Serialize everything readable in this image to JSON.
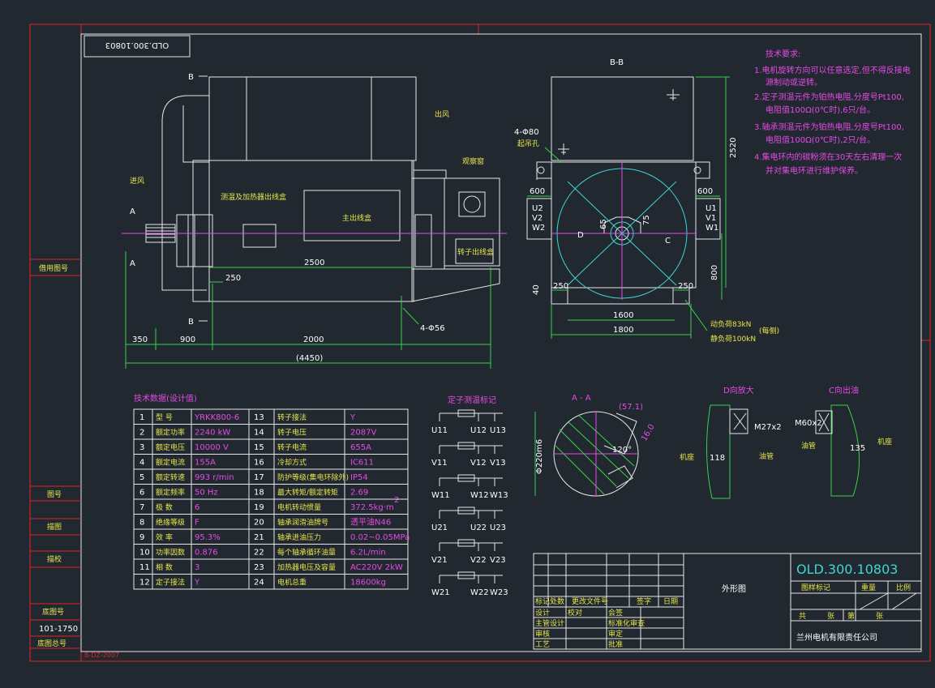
{
  "drawing": {
    "number_mirrored": "OLD.300.10803",
    "drawing_number": "OLD.300.10803",
    "title": "外形图",
    "company": "兰州电机有限责任公司",
    "form_code": "B-DZ-2007",
    "sidebar": {
      "label_1": "借用图号",
      "label_2": "图号",
      "label_3": "描图",
      "label_4": "描校",
      "label_5": "底图号",
      "part_no": "101-1750",
      "label_6": "底图总号"
    }
  },
  "front_view": {
    "labels": {
      "b_top": "B",
      "b_bottom": "B",
      "a_top": "A",
      "a_bottom": "A",
      "outlet": "出风",
      "inlet": "进风",
      "sight_glass": "观察窗",
      "heater_box": "测温及加热器出线盒",
      "main_box": "主出线盒",
      "rotor_box": "转子出线盒"
    },
    "dims": {
      "d_2500": "2500",
      "d_250": "250",
      "d_350": "350",
      "d_900": "900",
      "d_2000": "2000",
      "d_total": "(4450)",
      "holes": "4-Φ56"
    }
  },
  "side_view": {
    "labels": {
      "section": "B-B",
      "holes_top": "4-Φ80",
      "lifting": "起吊孔",
      "u2": "U2",
      "v2": "V2",
      "w2": "W2",
      "u1": "U1",
      "v1": "V1",
      "w1": "W1",
      "d_mark": "D",
      "c_mark": "C",
      "load_1": "动负荷83kN",
      "load_2": "静负荷100kN",
      "load_note": "(每侧)"
    },
    "dims": {
      "d_600_left": "600",
      "d_600_right": "600",
      "d_2520": "2520",
      "d_65": "65",
      "d_75": "75",
      "d_800": "800",
      "d_40": "40",
      "d_250_left": "250",
      "d_250_right": "250",
      "d_1600": "1600",
      "d_1800": "1800"
    }
  },
  "tech_notes": {
    "heading": "技术要求:",
    "lines": [
      "1.电机旋转方向可以任意选定,但不得反接电",
      "源制动或逆转。",
      "2.定子测温元件为铂热电阻,分度号Pt100,",
      "电阻值100Ω(0℃时),6只/台。",
      "3.轴承测温元件为铂热电阻,分度号Pt100,",
      "电阻值100Ω(0℃时),2只/台。",
      "4.集电环内的碳粉须在30天左右清理一次",
      "并对集电环进行维护保养。"
    ]
  },
  "data_table": {
    "title": "技术数据(设计值)",
    "rows": [
      {
        "n1": "1",
        "k1": "型 号",
        "v1": "YRKK800-6",
        "n2": "13",
        "k2": "转子接法",
        "v2": "Y"
      },
      {
        "n1": "2",
        "k1": "额定功率",
        "v1": "2240 kW",
        "n2": "14",
        "k2": "转子电压",
        "v2": "2087V"
      },
      {
        "n1": "3",
        "k1": "额定电压",
        "v1": "10000 V",
        "n2": "15",
        "k2": "转子电流",
        "v2": "655A"
      },
      {
        "n1": "4",
        "k1": "额定电流",
        "v1": "155A",
        "n2": "16",
        "k2": "冷却方式",
        "v2": "IC611"
      },
      {
        "n1": "5",
        "k1": "额定转速",
        "v1": "993 r/min",
        "n2": "17",
        "k2": "防护等级(集电环除外)",
        "v2": "IP54"
      },
      {
        "n1": "6",
        "k1": "额定频率",
        "v1": "50 Hz",
        "n2": "18",
        "k2": "最大转矩/额定转矩",
        "v2": "2.69"
      },
      {
        "n1": "7",
        "k1": "极 数",
        "v1": "6",
        "n2": "19",
        "k2": "电机转动惯量",
        "v2": "372.5kg·m"
      },
      {
        "n1": "8",
        "k1": "绝缘等级",
        "v1": "F",
        "n2": "20",
        "k2": "轴承润滑油牌号",
        "v2": "透平油N46"
      },
      {
        "n1": "9",
        "k1": "效 率",
        "v1": "95.3%",
        "n2": "21",
        "k2": "轴承进油压力",
        "v2": "0.02~0.05MPa"
      },
      {
        "n1": "10",
        "k1": "功率因数",
        "v1": "0.876",
        "n2": "22",
        "k2": "每个轴承循环油量",
        "v2": "6.2L/min"
      },
      {
        "n1": "11",
        "k1": "相 数",
        "v1": "3",
        "n2": "23",
        "k2": "加热器电压及容量",
        "v2": "AC220V 2kW"
      },
      {
        "n1": "12",
        "k1": "定子接法",
        "v1": "Y",
        "n2": "24",
        "k2": "电机总重",
        "v2": "18600kg"
      }
    ],
    "superscript": "2"
  },
  "wiring": {
    "title": "定子测温标记",
    "rows": [
      {
        "a": "U11",
        "b": "U12",
        "c": "U13"
      },
      {
        "a": "V11",
        "b": "V12",
        "c": "V13"
      },
      {
        "a": "W11",
        "b": "W12",
        "c": "W13"
      },
      {
        "a": "U21",
        "b": "U22",
        "c": "U23"
      },
      {
        "a": "V21",
        "b": "V22",
        "c": "V23"
      },
      {
        "a": "W21",
        "b": "W22",
        "c": "W23"
      }
    ]
  },
  "details": {
    "aa_title": "A - A",
    "aa_dims": {
      "key": "(57.1)",
      "key2": "16.0",
      "angle": "120°",
      "dia": "Φ220m6"
    },
    "d_title": "D向放大",
    "d_labels": {
      "thread": "M27x2",
      "dim": "118",
      "left": "机座",
      "right": "油管"
    },
    "c_title": "C向出油",
    "c_labels": {
      "thread": "M60x2",
      "dim": "135",
      "left": "油管",
      "right": "机座"
    }
  },
  "title_block": {
    "r1": "标记",
    "r2": "处数",
    "r3": "更改文件号",
    "r4": "签字",
    "r5": "日期",
    "l1": "设计",
    "l2": "校对",
    "l3": "主管设计",
    "l4": "标准化审查",
    "l5": "审核",
    "l6": "工艺",
    "l7": "会签",
    "l8": "审定",
    "l9": "批准",
    "h1": "图样标记",
    "h2": "重量",
    "h3": "比例",
    "s1": "共",
    "s2": "张",
    "s3": "第",
    "s4": "张"
  }
}
